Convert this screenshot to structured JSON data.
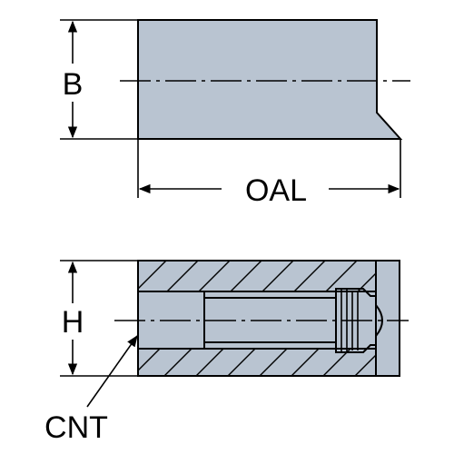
{
  "labels": {
    "b": "B",
    "oal": "OAL",
    "h": "H",
    "cnt": "CNT"
  },
  "colors": {
    "body_fill": "#b9c4d1",
    "line": "#000000",
    "background": "#ffffff"
  }
}
